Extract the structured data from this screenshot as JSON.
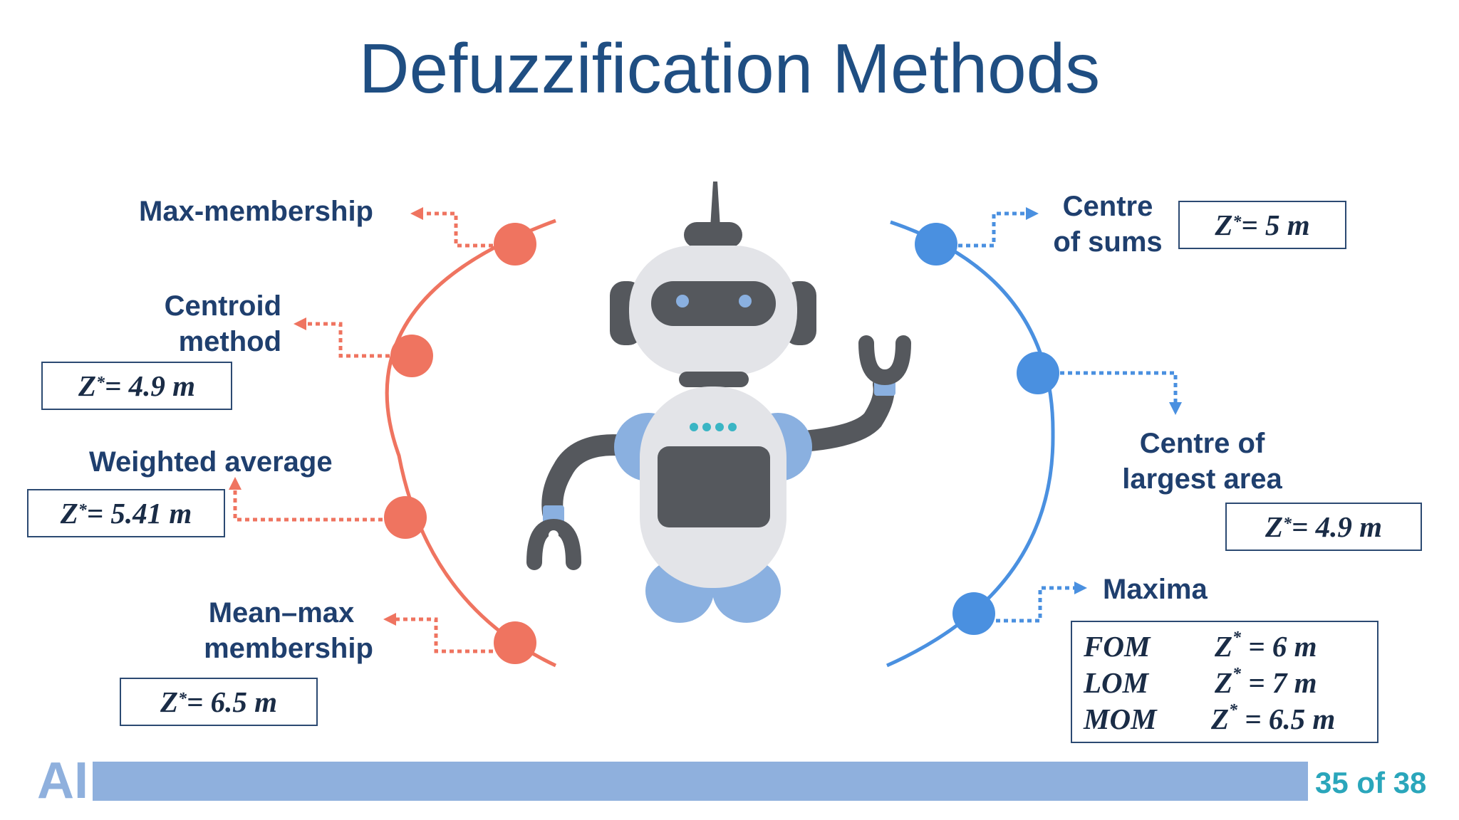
{
  "slide": {
    "title": "Defuzzification Methods",
    "page_indicator": "35 of 38",
    "logo_text": "AI"
  },
  "left_methods": {
    "color": "#ef7460",
    "items": [
      {
        "label": "Max-membership",
        "formula": ""
      },
      {
        "label_line1": "Centroid",
        "label_line2": "method",
        "formula_left": "Z",
        "formula_right": " = 4.9 m"
      },
      {
        "label": "Weighted average",
        "formula_left": "Z",
        "formula_right": " = 5.41 m"
      },
      {
        "label_line1": "Mean–max",
        "label_line2": "membership",
        "formula_left": "Z",
        "formula_right": " = 6.5 m"
      }
    ]
  },
  "right_methods": {
    "color": "#4a90e0",
    "items": [
      {
        "label_line1": "Centre",
        "label_line2": "of sums",
        "formula_left": "Z",
        "formula_right": " = 5 m"
      },
      {
        "label_line1": "Centre of",
        "label_line2": "largest area",
        "formula_left": "Z",
        "formula_right": " = 4.9 m"
      },
      {
        "label": "Maxima"
      }
    ],
    "maxima_table": [
      {
        "code": "FOM",
        "left": "Z",
        "right": " = 6 m"
      },
      {
        "code": "LOM",
        "left": "Z",
        "right": " = 7 m"
      },
      {
        "code": "MOM",
        "left": "Z",
        "right": " = 6.5 m"
      }
    ]
  },
  "superscript": "*",
  "colors": {
    "title": "#1f4e82",
    "label": "#1f3f6e",
    "robot_body": "#e3e4e8",
    "robot_dark": "#55585d",
    "robot_blue": "#8ab0e0",
    "robot_teal": "#3ab5c4",
    "footer": "#8fb0dd",
    "page_number": "#2aa6bb"
  }
}
